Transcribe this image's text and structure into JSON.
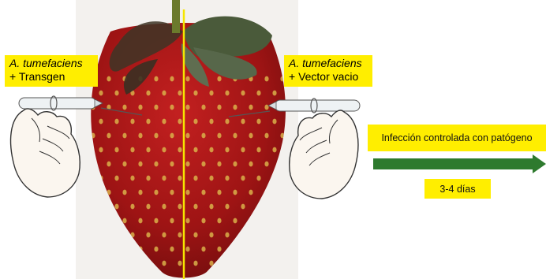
{
  "labels": {
    "left": {
      "organism": "A. tumefaciens",
      "treatment": "+ Transgen"
    },
    "right": {
      "organism": "A. tumefaciens",
      "treatment": "+ Vector vacio"
    }
  },
  "process": {
    "infection": "Infección controlada con patógeno",
    "duration": "3-4 días"
  },
  "colors": {
    "label_bg": "#ffee00",
    "arrow": "#2e7a2e",
    "divider": "#f5e600",
    "fruit": "#9e1414",
    "leaves": "#4a5a3a"
  },
  "icons": [
    "strawberry-icon",
    "hand-icon",
    "syringe-icon",
    "arrow-right-icon"
  ]
}
